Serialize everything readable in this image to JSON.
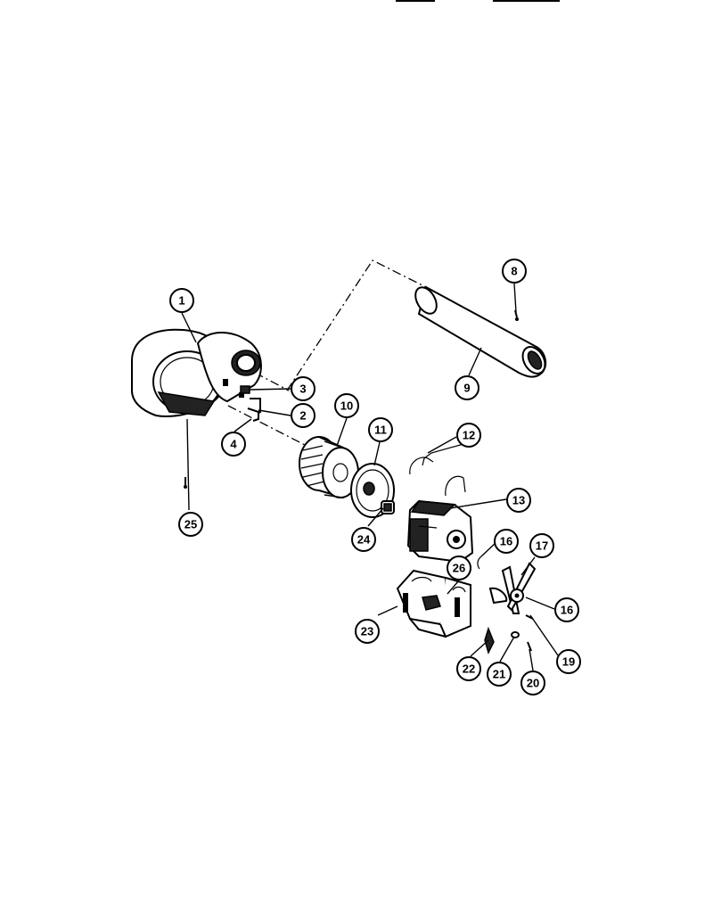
{
  "callouts": [
    {
      "id": "1",
      "label": "1"
    },
    {
      "id": "2",
      "label": "2"
    },
    {
      "id": "3",
      "label": "3"
    },
    {
      "id": "4",
      "label": "4"
    },
    {
      "id": "8",
      "label": "8"
    },
    {
      "id": "9",
      "label": "9"
    },
    {
      "id": "10",
      "label": "10"
    },
    {
      "id": "11",
      "label": "11"
    },
    {
      "id": "12",
      "label": "12"
    },
    {
      "id": "13",
      "label": "13"
    },
    {
      "id": "16a",
      "label": "16"
    },
    {
      "id": "16b",
      "label": "16"
    },
    {
      "id": "17",
      "label": "17"
    },
    {
      "id": "19",
      "label": "19"
    },
    {
      "id": "20",
      "label": "20"
    },
    {
      "id": "21",
      "label": "21"
    },
    {
      "id": "22",
      "label": "22"
    },
    {
      "id": "23",
      "label": "23"
    },
    {
      "id": "24",
      "label": "24"
    },
    {
      "id": "25",
      "label": "25"
    },
    {
      "id": "26",
      "label": "26"
    }
  ]
}
